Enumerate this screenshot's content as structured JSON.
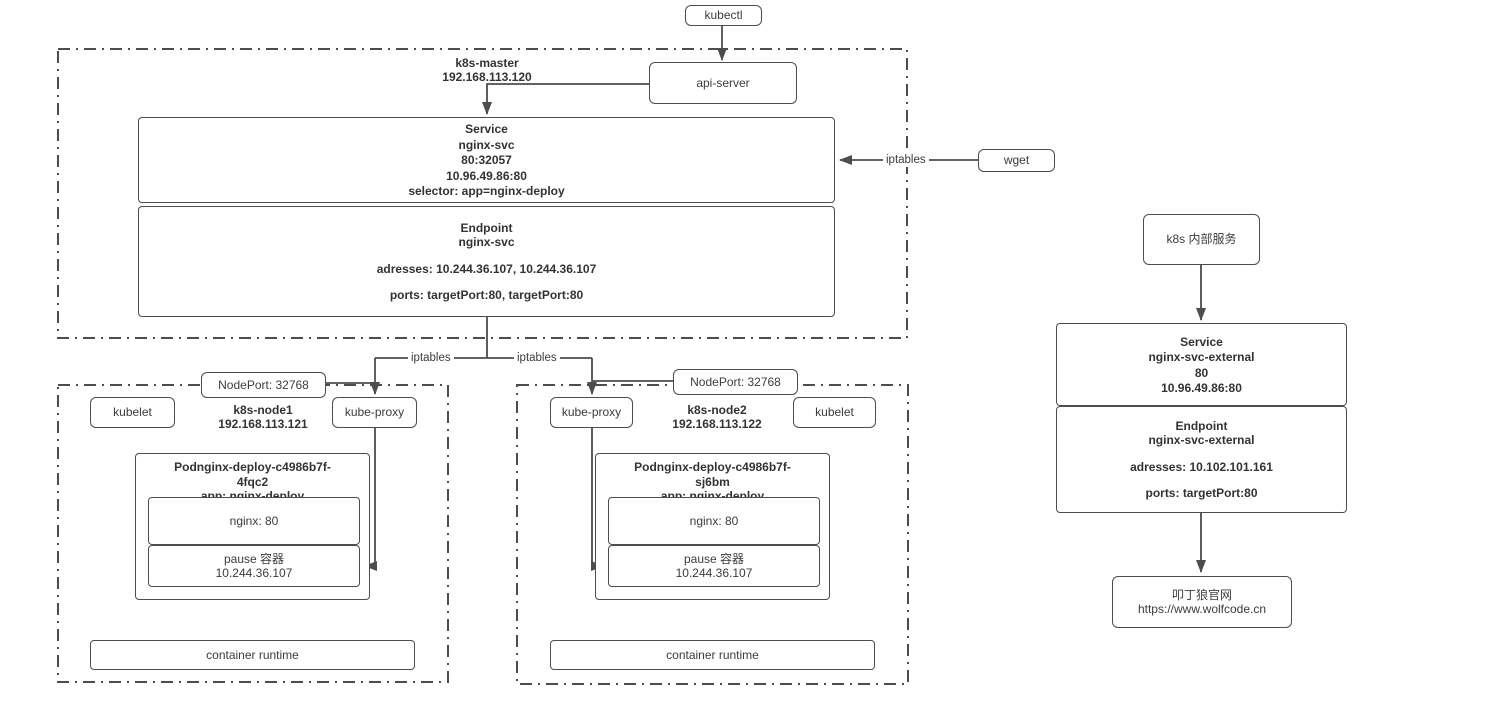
{
  "palette": {
    "line": "#4d4d4d",
    "text": "#3c3c3c"
  },
  "top": {
    "kubectl": "kubectl",
    "api_server": "api-server"
  },
  "master": {
    "title": "k8s-master",
    "ip": "192.168.113.120",
    "service": {
      "l1": "Service",
      "l2": "nginx-svc",
      "l3": "80:32057",
      "l4": "10.96.49.86:80",
      "l5": "selector: app=nginx-deploy"
    },
    "endpoint": {
      "l1": "Endpoint",
      "l2": "nginx-svc",
      "l3": "adresses: 10.244.36.107, 10.244.36.107",
      "l4": "ports: targetPort:80, targetPort:80"
    }
  },
  "wget": {
    "label": "wget",
    "iptables": "iptables"
  },
  "junction": {
    "iptables_left": "iptables",
    "iptables_right": "iptables"
  },
  "node1": {
    "nodeport": "NodePort: 32768",
    "kubelet": "kubelet",
    "kube_proxy": "kube-proxy",
    "title": "k8s-node1",
    "ip": "192.168.113.121",
    "pod": {
      "name_l1": "Podnginx-deploy-c4986b7f-",
      "name_l2": "4fqc2",
      "app": "app: nginx-deploy",
      "nginx": "nginx: 80",
      "pause_l1": "pause 容器",
      "pause_l2": "10.244.36.107"
    },
    "runtime": "container runtime"
  },
  "node2": {
    "nodeport": "NodePort: 32768",
    "kubelet": "kubelet",
    "kube_proxy": "kube-proxy",
    "title": "k8s-node2",
    "ip": "192.168.113.122",
    "pod": {
      "name_l1": "Podnginx-deploy-c4986b7f-",
      "name_l2": "sj6bm",
      "app": "app: nginx-deploy",
      "nginx": "nginx: 80",
      "pause_l1": "pause 容器",
      "pause_l2": "10.244.36.107"
    },
    "runtime": "container runtime"
  },
  "external": {
    "entry": "k8s 内部服务",
    "service": {
      "l1": "Service",
      "l2": "nginx-svc-external",
      "l3": "80",
      "l4": "10.96.49.86:80"
    },
    "endpoint": {
      "l1": "Endpoint",
      "l2": "nginx-svc-external",
      "l3": "adresses: 10.102.101.161",
      "l4": "ports: targetPort:80"
    },
    "site": {
      "l1": "叩丁狼官网",
      "l2": "https://www.wolfcode.cn"
    }
  }
}
